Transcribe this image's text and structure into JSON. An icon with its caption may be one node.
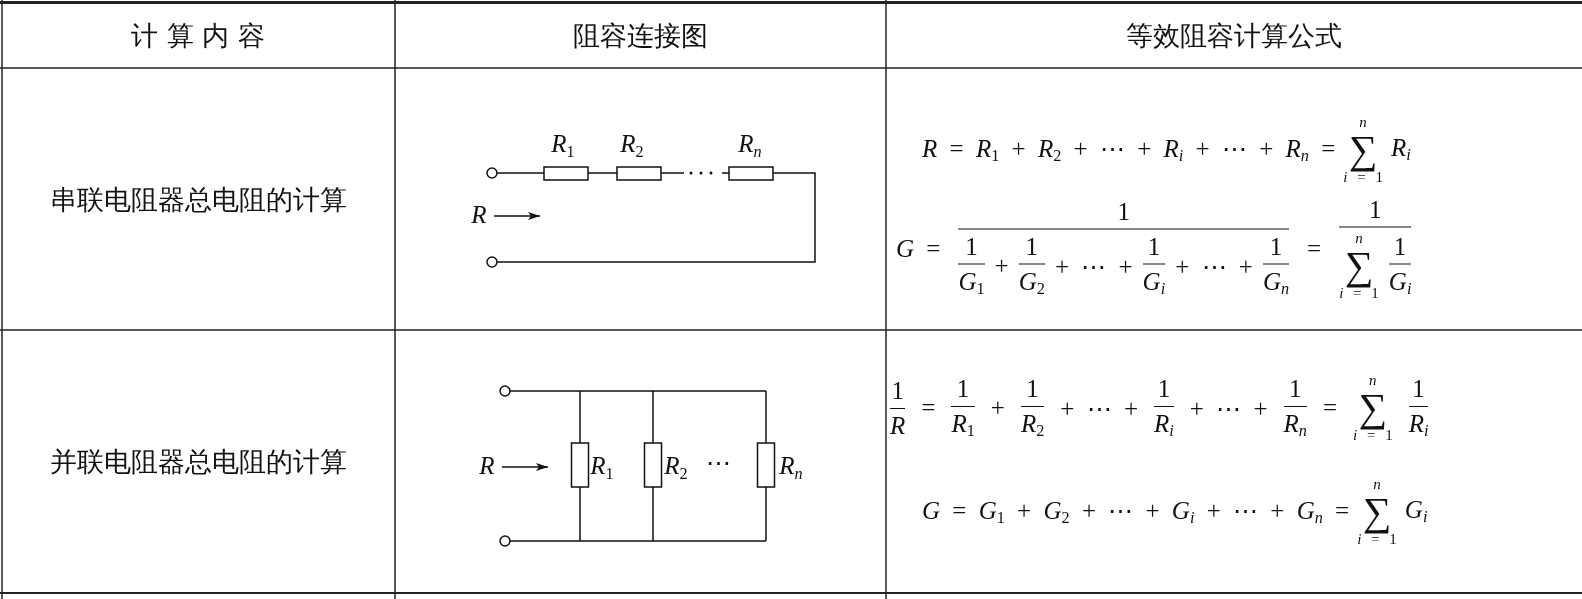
{
  "diagram": {
    "labels": [
      "计 算 内 容",
      "阻容连接图",
      "等效阻容计算公式",
      "串联电阻器总电阻的计算",
      "R$_{1}$",
      "R$_{2}$",
      "R$_{n}$",
      "R",
      "R = R$_{1}$ + R$_{2}$ + ⋯ + R$_{i}$ + ⋯ + R$_{n}$ =",
      "n",
      "∑",
      "i = 1",
      "R$_{i}$",
      "G =",
      "1",
      "1",
      "G$_{1}$",
      "+",
      "1",
      "G$_{2}$",
      "+ ⋯ +",
      "1",
      "G$_{i}$",
      "+ ⋯ +",
      "1",
      "G$_{n}$",
      "=",
      "1",
      "n",
      "∑",
      "i = 1",
      "1",
      "G$_{i}$",
      "并联电阻器总电阻的计算",
      "R",
      "R$_{1}$",
      "R$_{2}$",
      "⋯",
      "R$_{n}$",
      "1",
      "R",
      "=",
      "1",
      "R$_{1}$",
      "+",
      "1",
      "R$_{2}$",
      "+ ⋯ +",
      "1",
      "R$_{i}$",
      "+ ⋯ +",
      "1",
      "R$_{n}$",
      "=",
      "n",
      "∑",
      "i = 1",
      "1",
      "R$_{i}$",
      "G = G$_{1}$ + G$_{2}$ + ⋯ + G$_{i}$ + ⋯ + G$_{n}$ =",
      "n",
      "∑",
      "i = 1",
      "G$_{i}$"
    ]
  }
}
